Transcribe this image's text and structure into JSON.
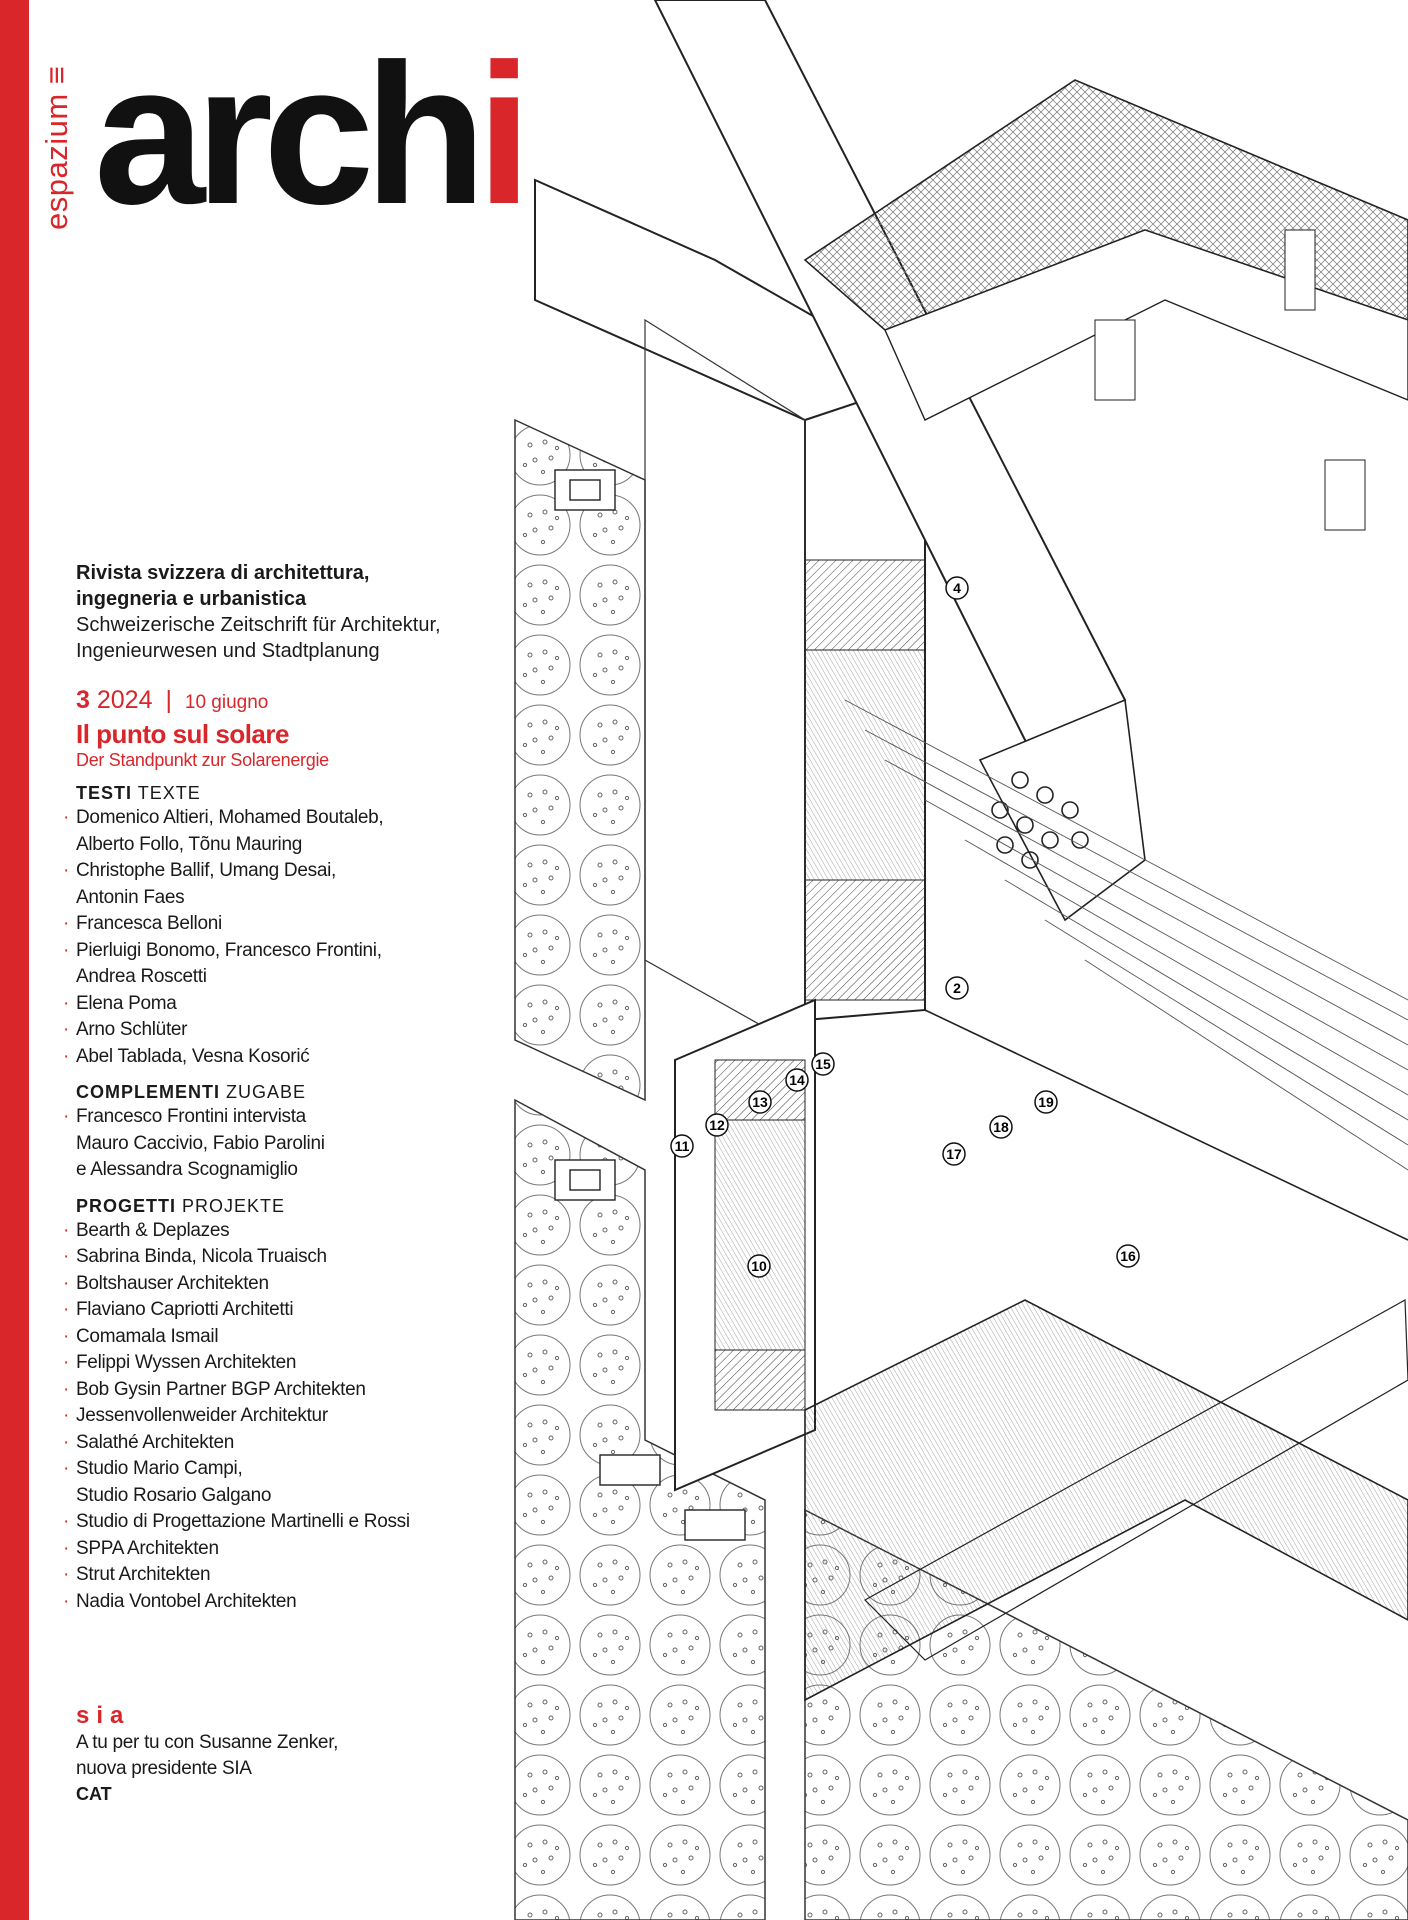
{
  "brand": {
    "espazium": "espazium",
    "espazium_mark": "≡",
    "masthead_main": "arch",
    "masthead_accent": "i"
  },
  "colors": {
    "accent": "#d8262a",
    "text": "#1a1a1a"
  },
  "tagline": {
    "it_line1": "Rivista svizzera di architettura,",
    "it_line2": "ingegneria e urbanistica",
    "de_line1": "Schweizerische Zeitschrift  für Architektur,",
    "de_line2": "Ingenieurwesen und Stadtplanung"
  },
  "issue": {
    "number": "3",
    "year": "2024",
    "separator": "|",
    "date": "10 giugno",
    "title": "Il punto sul solare",
    "subtitle": "Der Standpunkt zur Solarenergie"
  },
  "sections": [
    {
      "head_it": "TESTI",
      "head_de": "TEXTE",
      "items": [
        "Domenico Altieri, Mohamed Boutaleb,",
        "Alberto Follo, Tõnu Mauring",
        "Christophe Ballif, Umang Desai,",
        "Antonin Faes",
        "Francesca Belloni",
        "Pierluigi Bonomo, Francesco Frontini,",
        "Andrea Roscetti",
        "Elena Poma",
        "Arno Schlüter",
        "Abel Tablada, Vesna Kosorić"
      ]
    },
    {
      "head_it": "COMPLEMENTI",
      "head_de": "ZUGABE",
      "items": [
        "Francesco Frontini intervista",
        "Mauro Caccivio, Fabio Parolini",
        "e Alessandra Scognamiglio"
      ]
    },
    {
      "head_it": "PROGETTI",
      "head_de": "PROJEKTE",
      "items": [
        "Bearth & Deplazes",
        "Sabrina Binda, Nicola Truaisch",
        "Boltshauser Architekten",
        "Flaviano Capriotti Architetti",
        "Comamala Ismail",
        "Felippi Wyssen Architekten",
        "Bob Gysin Partner BGP Architekten",
        "Jessenvollenweider Architektur",
        "Salathé Architekten",
        "Studio Mario Campi,",
        "Studio Rosario Galgano",
        "Studio di Progettazione Martinelli e Rossi",
        "SPPA Architekten",
        "Strut Architekten",
        "Nadia Vontobel Architekten"
      ]
    }
  ],
  "sia": {
    "logo": "sia",
    "line1": "A tu per tu con Susanne Zenker,",
    "line2": "nuova presidente SIA",
    "cat": "CAT"
  },
  "callouts": [
    "4",
    "2",
    "19",
    "18",
    "17",
    "15",
    "14",
    "13",
    "12",
    "11",
    "10",
    "16"
  ]
}
